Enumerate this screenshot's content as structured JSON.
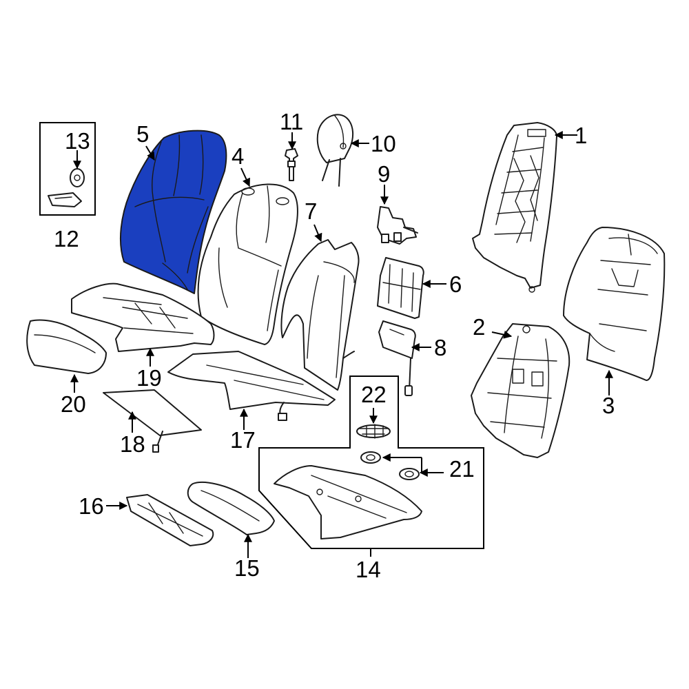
{
  "diagram": {
    "colors": {
      "highlight_fill": "#1a3fbf",
      "line": "#1a1a1a",
      "background": "#ffffff"
    },
    "highlighted_part": "5",
    "callouts": [
      {
        "id": "c1",
        "label": "1"
      },
      {
        "id": "c2",
        "label": "2"
      },
      {
        "id": "c3",
        "label": "3"
      },
      {
        "id": "c4",
        "label": "4"
      },
      {
        "id": "c5",
        "label": "5"
      },
      {
        "id": "c6",
        "label": "6"
      },
      {
        "id": "c7",
        "label": "7"
      },
      {
        "id": "c8",
        "label": "8"
      },
      {
        "id": "c9",
        "label": "9"
      },
      {
        "id": "c10",
        "label": "10"
      },
      {
        "id": "c11",
        "label": "11"
      },
      {
        "id": "c12",
        "label": "12"
      },
      {
        "id": "c13",
        "label": "13"
      },
      {
        "id": "c14",
        "label": "14"
      },
      {
        "id": "c15",
        "label": "15"
      },
      {
        "id": "c16",
        "label": "16"
      },
      {
        "id": "c17",
        "label": "17"
      },
      {
        "id": "c18",
        "label": "18"
      },
      {
        "id": "c19",
        "label": "19"
      },
      {
        "id": "c20",
        "label": "20"
      },
      {
        "id": "c21",
        "label": "21"
      },
      {
        "id": "c22",
        "label": "22"
      }
    ]
  }
}
